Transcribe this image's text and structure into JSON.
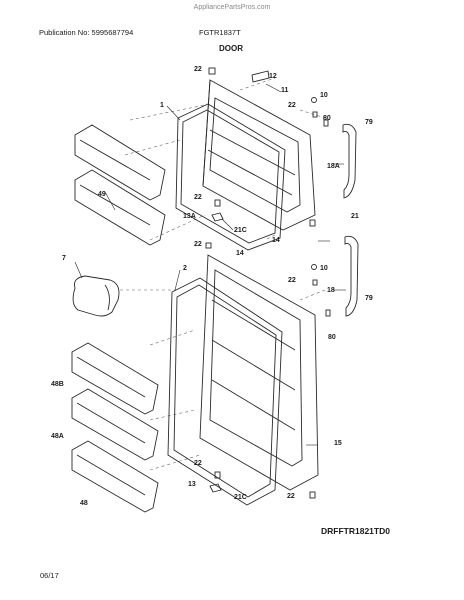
{
  "watermark": "AppliancePartsPros.com",
  "header": {
    "publication": "Publication No: 5995687794",
    "model": "FGTR1837T",
    "title": "DOOR"
  },
  "footer": {
    "diagram_code": "DRFFTR1821TD0",
    "date": "06/17"
  },
  "callouts": [
    "22",
    "12",
    "11",
    "10",
    "1",
    "22",
    "80",
    "79",
    "18A",
    "49",
    "22",
    "13A",
    "21C",
    "21",
    "14",
    "22",
    "14",
    "7",
    "2",
    "10",
    "22",
    "79",
    "18",
    "80",
    "48B",
    "15",
    "48A",
    "22",
    "13",
    "21C",
    "22",
    "48"
  ]
}
